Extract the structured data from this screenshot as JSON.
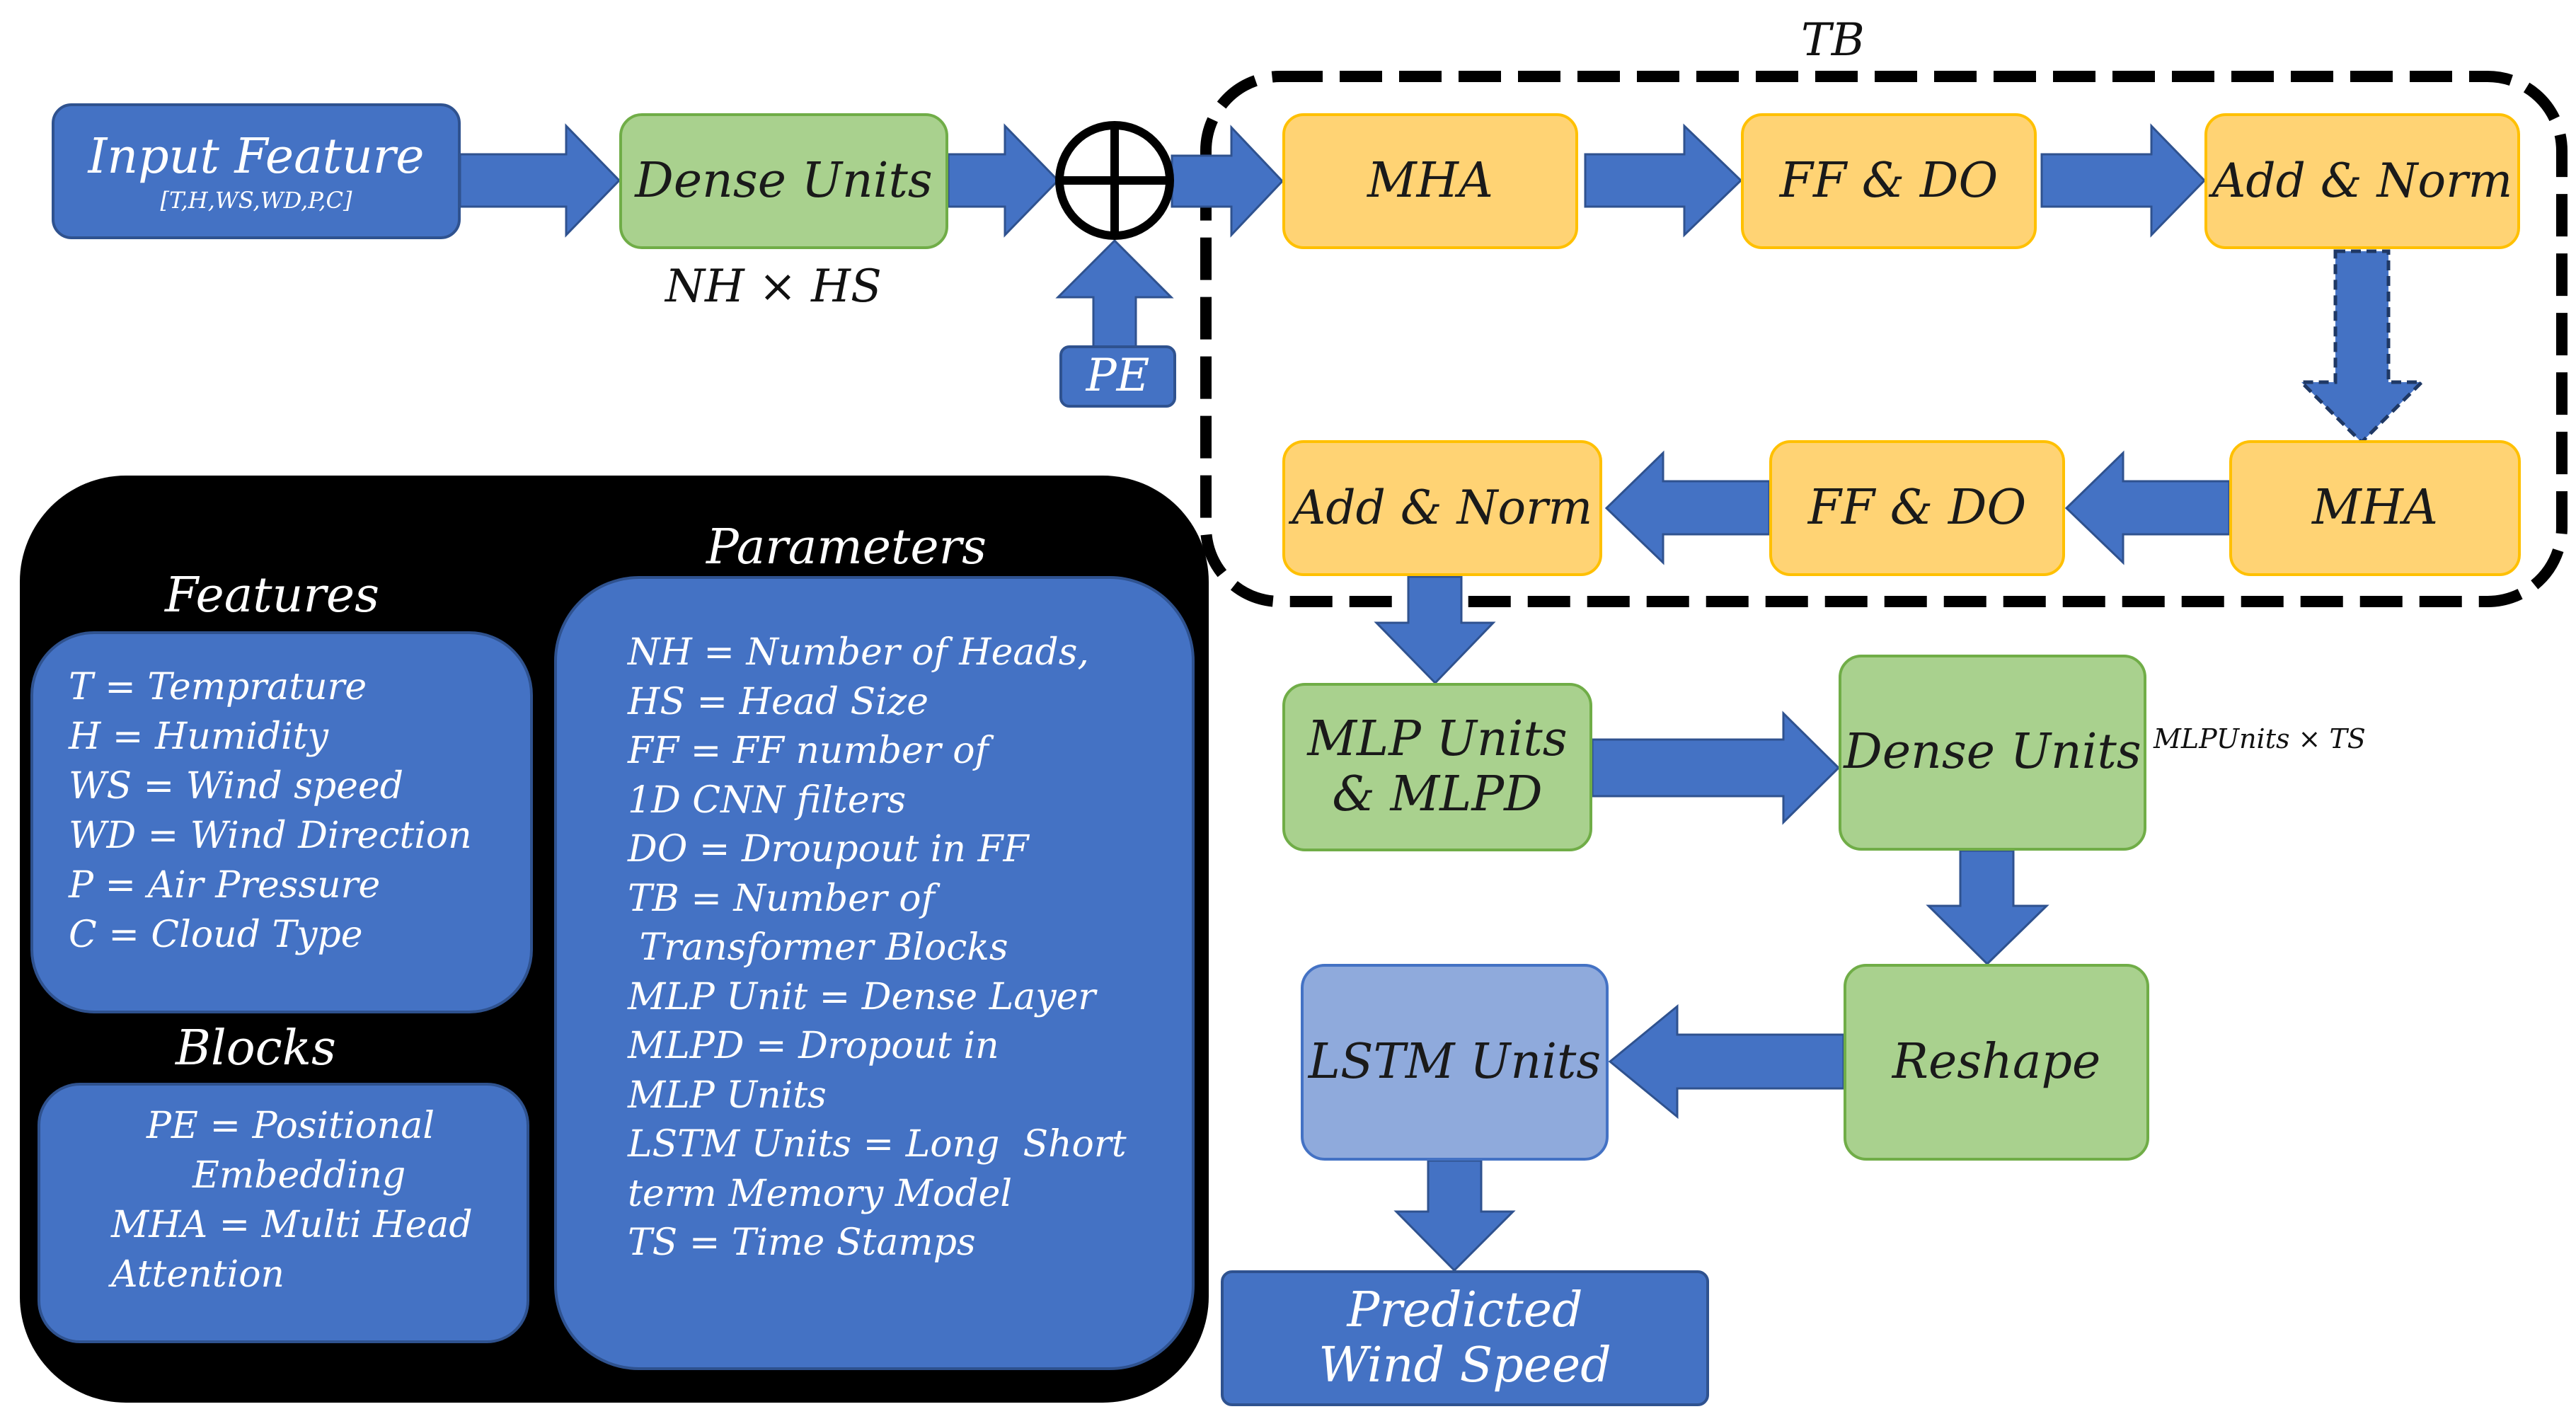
{
  "flow": {
    "input_feature": {
      "title": "Input Feature",
      "subtitle": "[T,H,WS,WD,P,C]"
    },
    "dense_units_1": "Dense Units",
    "dense_units_1_note": "NH × HS",
    "pe": "PE",
    "tb_label": "TB",
    "mha_top": "MHA",
    "ffdo_top": "FF & DO",
    "addnorm_top": "Add & Norm",
    "mha_bottom": "MHA",
    "ffdo_bottom": "FF & DO",
    "addnorm_bottom": "Add & Norm",
    "mlp_units": {
      "line1": "MLP Units",
      "line2": "& MLPD"
    },
    "dense_units_2": "Dense Units",
    "dense_units_2_note": "MLPUnits × TS",
    "reshape": "Reshape",
    "lstm_units": "LSTM Units",
    "predicted": {
      "line1": "Predicted",
      "line2": "Wind Speed"
    }
  },
  "legend": {
    "features_title": "Features",
    "features": [
      "T = Temprature",
      "H = Humidity",
      "WS = Wind speed",
      "WD = Wind Direction",
      "P = Air Pressure",
      "C = Cloud Type"
    ],
    "blocks_title": "Blocks",
    "blocks": [
      "PE = Positional",
      "Embedding",
      "MHA = Multi Head",
      "Attention"
    ],
    "parameters_title": "Parameters",
    "parameters": [
      "NH = Number of Heads,",
      "HS = Head Size",
      "FF = FF number of",
      "1D CNN filters",
      "DO = Droupout in FF",
      "TB = Number of",
      " Transformer Blocks",
      "MLP Unit = Dense Layer",
      "MLPD = Dropout in",
      "MLP Units",
      "LSTM Units = Long  Short",
      "term Memory Model",
      "TS = Time Stamps"
    ]
  },
  "colors": {
    "blue_fill": "#4472c4",
    "blue_border": "#2f528f",
    "green_fill": "#a9d18e",
    "green_border": "#70ad47",
    "orange_fill": "#ffd374",
    "orange_border": "#ffc000",
    "lavender_fill": "#8faadc",
    "arrow": "#4472c4"
  }
}
